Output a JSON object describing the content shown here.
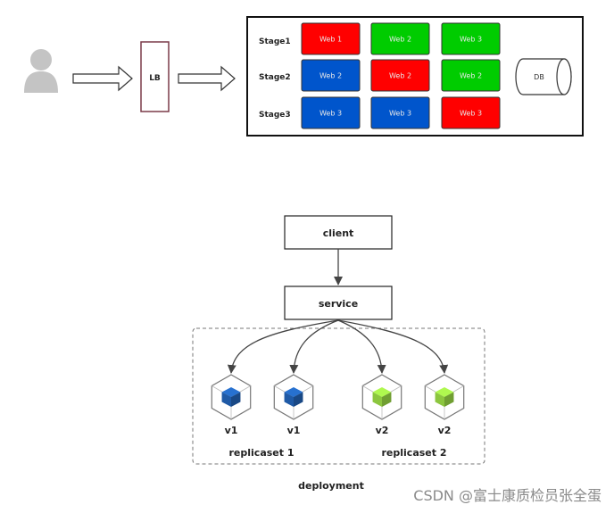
{
  "top": {
    "lb_label": "LB",
    "stages": [
      {
        "label": "Stage1",
        "cells": [
          {
            "label": "Web 1",
            "color": "#ff0000"
          },
          {
            "label": "Web 2",
            "color": "#00cc00"
          },
          {
            "label": "Web 3",
            "color": "#00cc00"
          }
        ]
      },
      {
        "label": "Stage2",
        "cells": [
          {
            "label": "Web 2",
            "color": "#0055cc"
          },
          {
            "label": "Web 2",
            "color": "#ff0000"
          },
          {
            "label": "Web 2",
            "color": "#00cc00"
          }
        ]
      },
      {
        "label": "Stage3",
        "cells": [
          {
            "label": "Web 3",
            "color": "#0055cc"
          },
          {
            "label": "Web 3",
            "color": "#0055cc"
          },
          {
            "label": "Web 3",
            "color": "#ff0000"
          }
        ]
      }
    ],
    "db_label": "DB"
  },
  "bottom": {
    "client_label": "client",
    "service_label": "service",
    "pods": [
      {
        "label": "v1",
        "color": "#1f5aa6"
      },
      {
        "label": "v1",
        "color": "#1f5aa6"
      },
      {
        "label": "v2",
        "color": "#8cc63f"
      },
      {
        "label": "v2",
        "color": "#8cc63f"
      }
    ],
    "replicaset1_label": "replicaset 1",
    "replicaset2_label": "replicaset 2",
    "deployment_label": "deployment"
  },
  "watermark": "CSDN @富士康质检员张全蛋"
}
